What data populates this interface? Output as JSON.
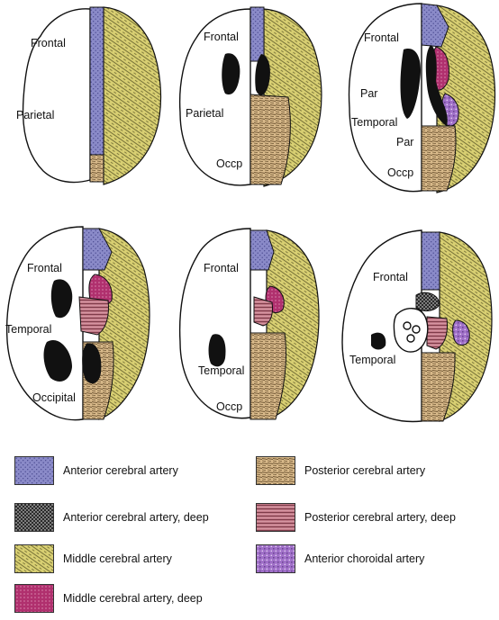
{
  "slices": [
    {
      "labels": [
        "Frontal",
        "Parietal"
      ]
    },
    {
      "labels": [
        "Frontal",
        "Parietal",
        "Occp"
      ]
    },
    {
      "labels": [
        "Frontal",
        "Par",
        "Temporal",
        "Par",
        "Occp"
      ]
    },
    {
      "labels": [
        "Frontal",
        "Temporal",
        "Occipital"
      ]
    },
    {
      "labels": [
        "Frontal",
        "Temporal",
        "Occp"
      ]
    },
    {
      "labels": [
        "Frontal",
        "Temporal"
      ]
    }
  ],
  "legend": {
    "items": [
      {
        "label": "Anterior cerebral artery",
        "pattern": "aca-pattern",
        "color": "#8a8ac8"
      },
      {
        "label": "Anterior cerebral artery, deep",
        "pattern": "acad-pattern",
        "color": "#2a2a2a"
      },
      {
        "label": "Middle cerebral artery",
        "pattern": "mca-pattern",
        "color": "#d8cf72"
      },
      {
        "label": "Middle cerebral artery, deep",
        "pattern": "mcad-pattern",
        "color": "#b0306e"
      },
      {
        "label": "Posterior cerebral artery",
        "pattern": "pca-pattern",
        "color": "#d8b98a"
      },
      {
        "label": "Posterior cerebral artery, deep",
        "pattern": "pcad-pattern",
        "color": "#c27a88"
      },
      {
        "label": "Anterior choroidal artery",
        "pattern": "acha-pattern",
        "color": "#a070c8"
      }
    ]
  }
}
